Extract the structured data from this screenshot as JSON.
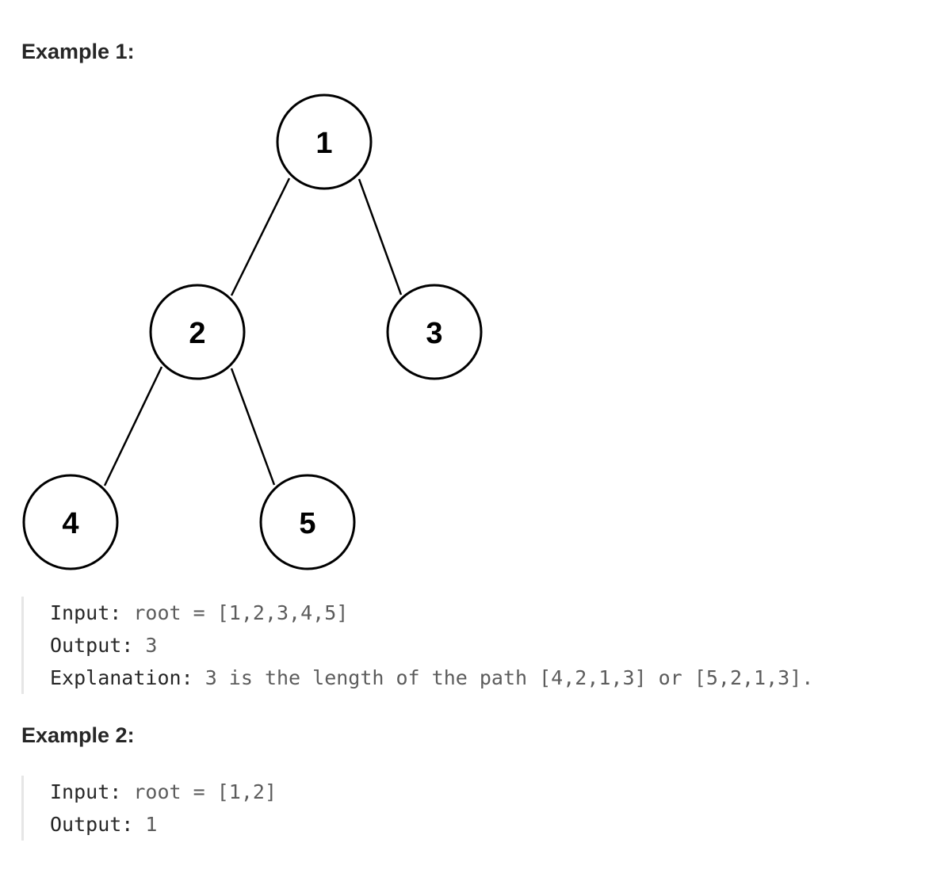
{
  "example1": {
    "heading": "Example 1:",
    "tree_nodes": [
      "1",
      "2",
      "3",
      "4",
      "5"
    ],
    "input_label": "Input:",
    "input_value": "root = [1,2,3,4,5]",
    "output_label": "Output:",
    "output_value": "3",
    "explanation_label": "Explanation:",
    "explanation_value": "3 is the length of the path [4,2,1,3] or [5,2,1,3]."
  },
  "example2": {
    "heading": "Example 2:",
    "input_label": "Input:",
    "input_value": "root = [1,2]",
    "output_label": "Output:",
    "output_value": "1"
  }
}
